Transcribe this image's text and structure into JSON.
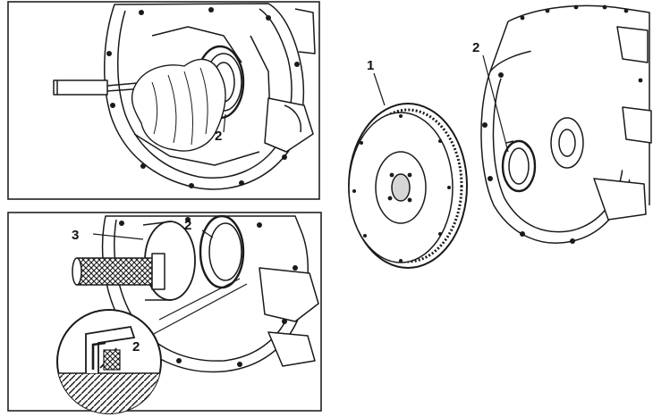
{
  "colors": {
    "ink": "#1a1a1a",
    "paper": "#ffffff",
    "shade": "#d6d6d6",
    "panel_border": "#222222"
  },
  "panels": {
    "top_left": {
      "callouts": [
        {
          "label": "2"
        }
      ]
    },
    "bottom_left": {
      "callouts": [
        {
          "label": "3"
        },
        {
          "label": "2"
        },
        {
          "label": "2"
        }
      ]
    },
    "right": {
      "callouts": [
        {
          "label": "1"
        },
        {
          "label": "2"
        }
      ]
    }
  }
}
